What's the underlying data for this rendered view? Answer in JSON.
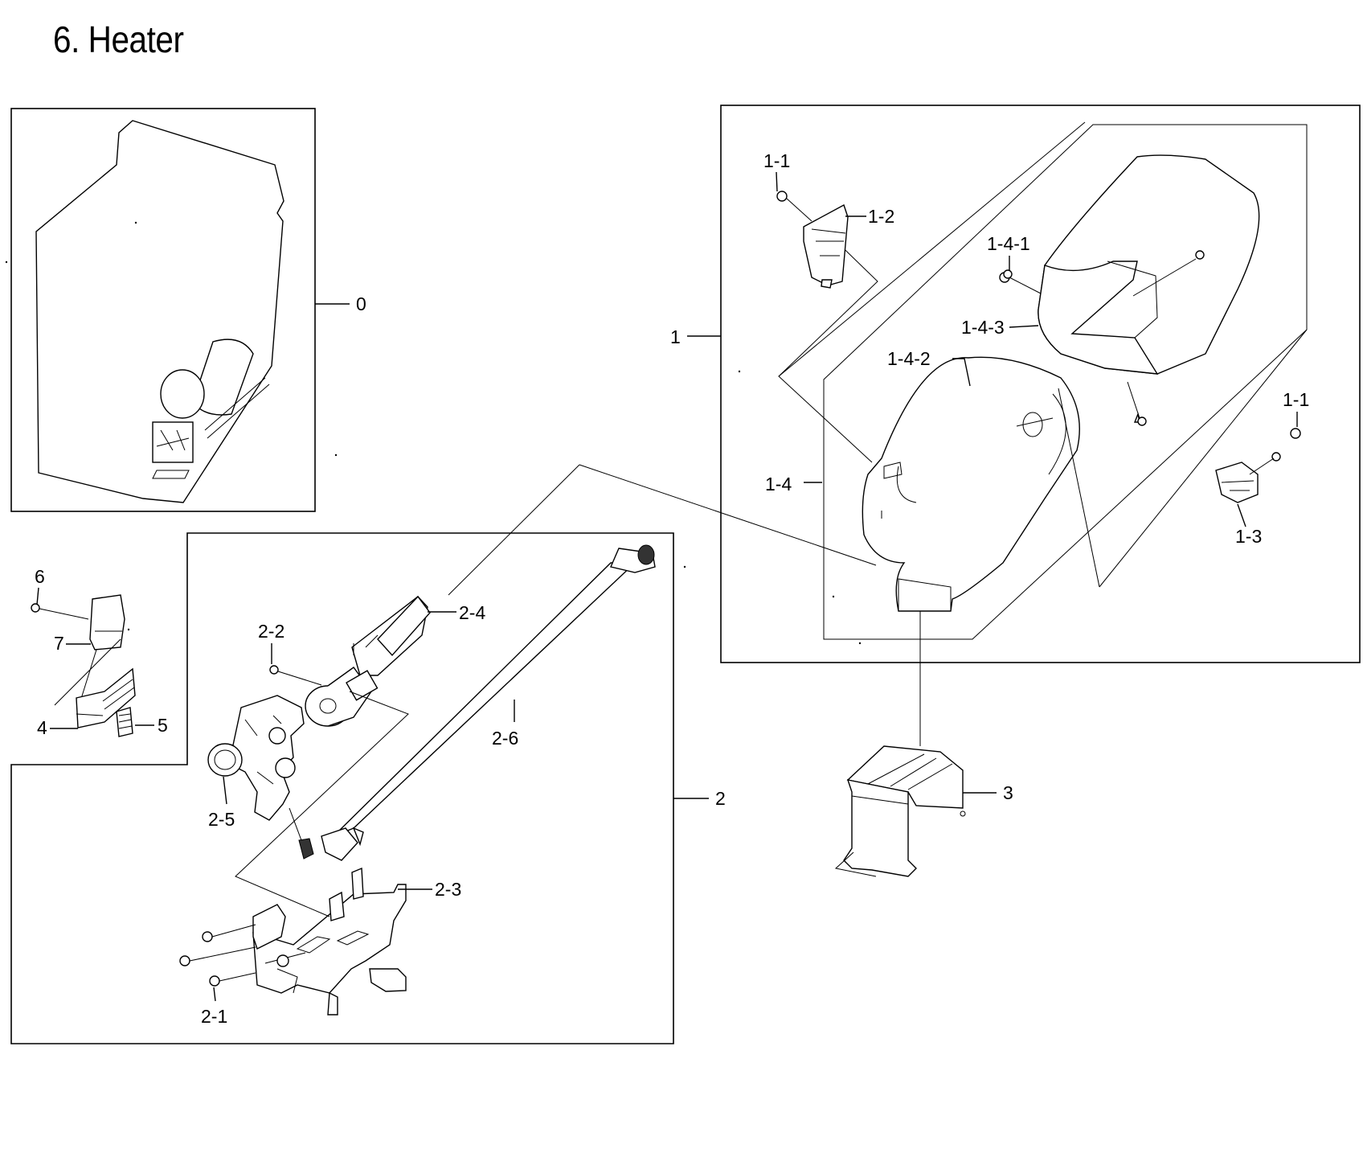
{
  "title": "6. Heater",
  "callouts": {
    "c0": "0",
    "c1": "1",
    "c1_1_top": "1-1",
    "c1_2": "1-2",
    "c1_4_1": "1-4-1",
    "c1_4_3": "1-4-3",
    "c1_4_2": "1-4-2",
    "c1_4": "1-4",
    "c1_1_right": "1-1",
    "c1_3": "1-3",
    "c2": "2",
    "c2_1": "2-1",
    "c2_2": "2-2",
    "c2_3": "2-3",
    "c2_4": "2-4",
    "c2_5": "2-5",
    "c2_6": "2-6",
    "c3": "3",
    "c4": "4",
    "c5": "5",
    "c6": "6",
    "c7": "7"
  }
}
